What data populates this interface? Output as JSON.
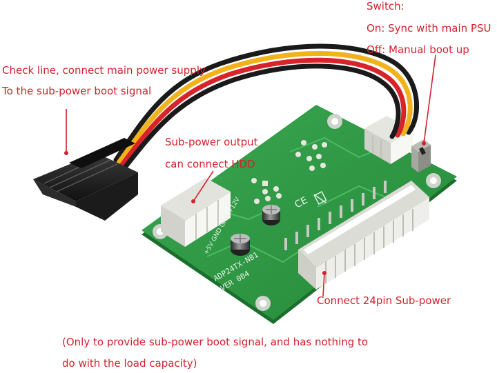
{
  "annotations": {
    "switch_title": "Switch:",
    "switch_on": "On: Sync with main PSU",
    "switch_off": "Off: Manual boot up",
    "check_line_1": "Check line, connect main power supply",
    "check_line_2": "To the sub-power boot signal",
    "sub_output_1": "Sub-power output",
    "sub_output_2": "can connect HDD",
    "connect_24pin": "Connect 24pin Sub-power",
    "note_1": "(Only to provide sub-power boot signal, and has nothing to",
    "note_2": "do with the load capacity)"
  },
  "board_print": {
    "model": "ADP24TX-N01",
    "version": "VER 004",
    "molex_pins": "+5V GND GND +12V"
  },
  "colors": {
    "annotation_text": "#d4202c",
    "pcb_green": "#2f9a44",
    "connector_white": "#f2f2ee",
    "wire_red": "#d8232a",
    "wire_yellow": "#f2b21a",
    "wire_black": "#1a1a1a"
  }
}
